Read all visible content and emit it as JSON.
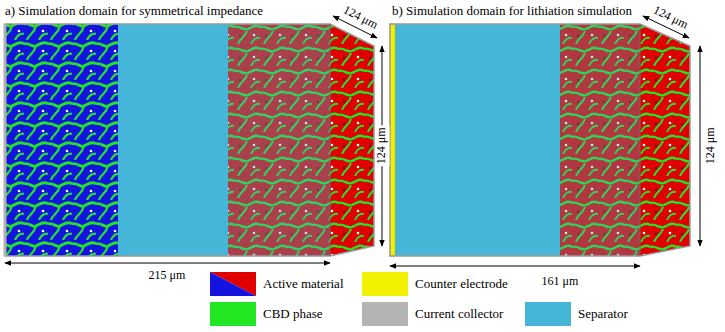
{
  "diagram": {
    "labels": [
      "a) Simulation domain for symmetrical impedance",
      "124 μm",
      "124 μm",
      "215 μm",
      "b) Simulation domain for lithiation simulation",
      "124 μm",
      "124 μm",
      "161 μm"
    ],
    "legend": [
      {
        "text": "Active material"
      },
      {
        "text": "CBD phase",
        "color": "#22e622"
      },
      {
        "text": "Counter electrode",
        "color": "#f2f200"
      },
      {
        "text": "Current collector",
        "color": "#b4b4b4"
      },
      {
        "text": "Separator",
        "color": "#45b6d8"
      }
    ]
  }
}
